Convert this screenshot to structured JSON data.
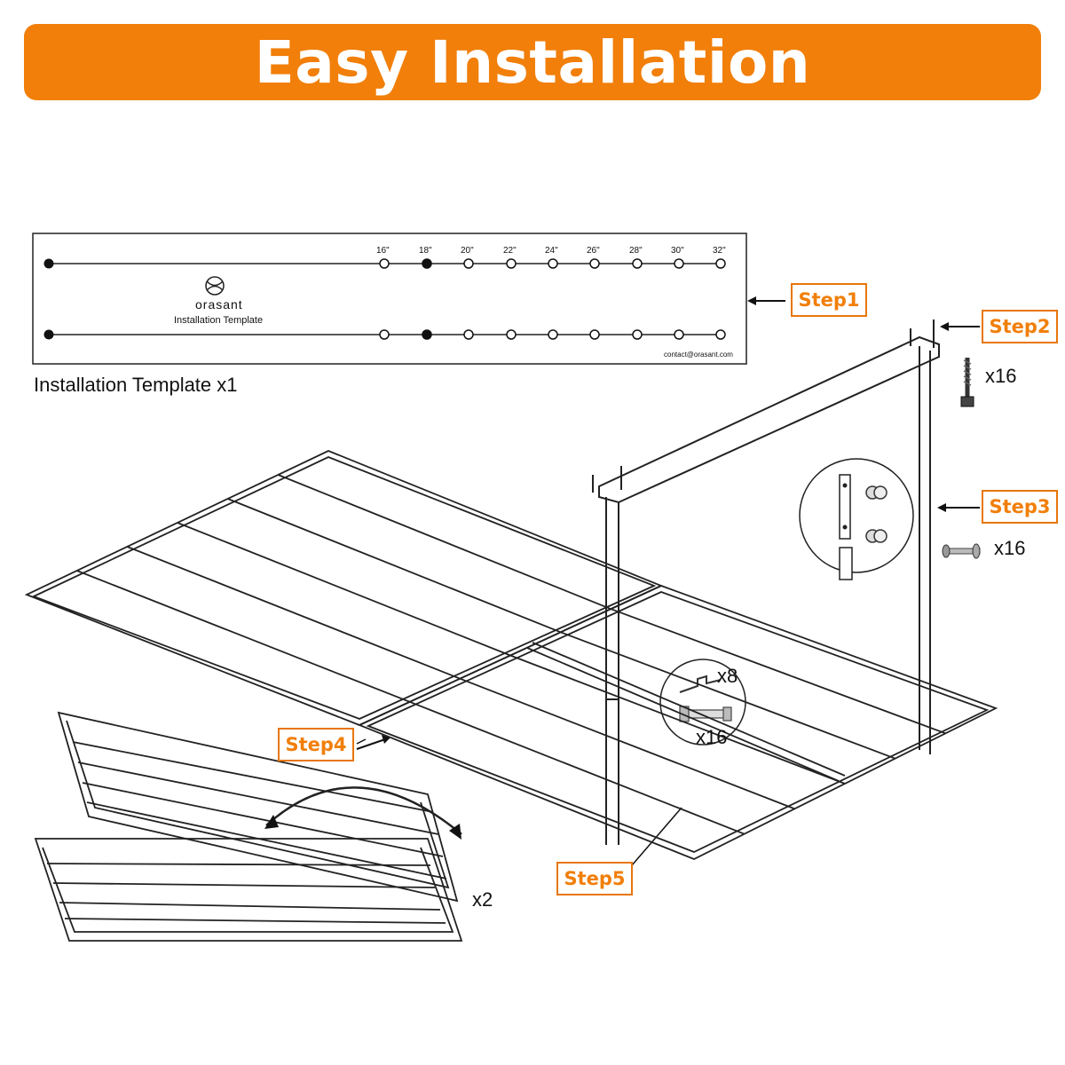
{
  "header": {
    "title": "Easy Installation"
  },
  "template": {
    "brand": "orasant",
    "title": "Installation Template",
    "contact": "contact@orasant.com",
    "caption": "Installation Template x1",
    "spacings": [
      "16\"",
      "18\"",
      "20\"",
      "22\"",
      "24\"",
      "26\"",
      "28\"",
      "30\"",
      "32\""
    ]
  },
  "steps": {
    "step1": "Step1",
    "step2": "Step2",
    "step3": "Step3",
    "step4": "Step4",
    "step5": "Step5"
  },
  "quantities": {
    "lag_screws": "x16",
    "carriage_bolts": "x16",
    "brackets": "x8",
    "hex_bolts": "x16",
    "panels": "x2"
  },
  "colors": {
    "accent": "#f17f0a",
    "line": "#222222"
  }
}
